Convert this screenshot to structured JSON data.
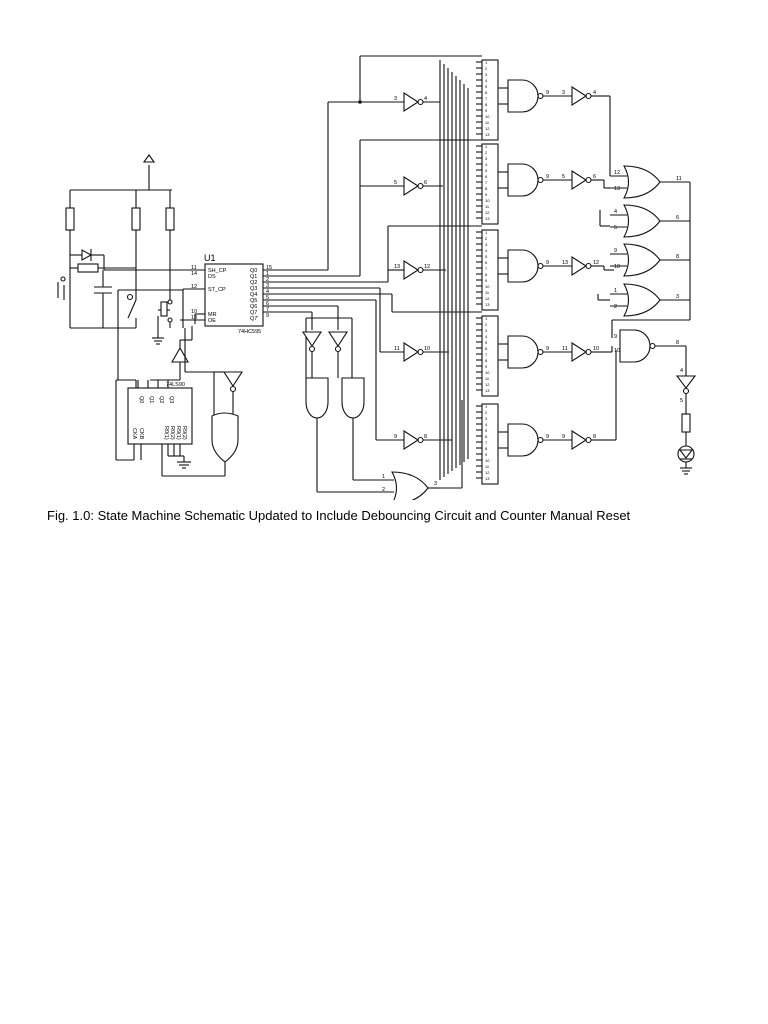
{
  "caption": "Fig. 1.0: State Machine Schematic Updated to Include Debouncing Circuit and Counter Manual Reset",
  "shift_register": {
    "ref": "U1",
    "part": "74HC595",
    "pins_left": [
      {
        "num": "11",
        "name": "SH_CP"
      },
      {
        "num": "14",
        "name": "DS"
      },
      {
        "num": "12",
        "name": "ST_CP"
      },
      {
        "num": "10",
        "name": "MR"
      },
      {
        "num": "13",
        "name": "OE"
      }
    ],
    "pins_right": [
      {
        "num": "15",
        "name": "Q0"
      },
      {
        "num": "1",
        "name": "Q1"
      },
      {
        "num": "2",
        "name": "Q2"
      },
      {
        "num": "3",
        "name": "Q3"
      },
      {
        "num": "4",
        "name": "Q4"
      },
      {
        "num": "5",
        "name": "Q5"
      },
      {
        "num": "6",
        "name": "Q6"
      },
      {
        "num": "7",
        "name": "Q7"
      },
      {
        "num": "9",
        "name": "Q7'"
      }
    ]
  },
  "counter": {
    "part": "74LS90",
    "outputs": [
      "Q0",
      "Q1",
      "Q2",
      "Q3"
    ],
    "inputs": [
      "CKA",
      "CKB"
    ],
    "resets": [
      "R0(1)",
      "R0(2)",
      "R9(1)",
      "R9(2)"
    ]
  },
  "inverters": [
    {
      "in": "3",
      "out": "4"
    },
    {
      "in": "5",
      "out": "6"
    },
    {
      "in": "13",
      "out": "12"
    },
    {
      "in": "11",
      "out": "10"
    },
    {
      "in": "9",
      "out": "8"
    }
  ],
  "and_gates": [
    {
      "out": "9",
      "inv_in": "3",
      "inv_out": "4"
    },
    {
      "out": "9",
      "inv_in": "5",
      "inv_out": "6"
    },
    {
      "out": "9",
      "inv_in": "13",
      "inv_out": "12"
    },
    {
      "out": "9",
      "inv_in": "11",
      "inv_out": "10"
    },
    {
      "out": "9",
      "inv_in": "9",
      "inv_out": "8"
    }
  ],
  "or_gates": [
    {
      "in_a": "12",
      "in_b": "13",
      "out": "11"
    },
    {
      "in_a": "4",
      "in_b": "5",
      "out": "6"
    },
    {
      "in_a": "9",
      "in_b": "10",
      "out": "8"
    },
    {
      "in_a": "1",
      "in_b": "2",
      "out": "3"
    }
  ],
  "final_and": {
    "in_a": "9",
    "in_b": "10",
    "out": "8"
  },
  "middle_or": {
    "in_a": "1",
    "in_b": "2",
    "out": "3"
  },
  "buffer_pins": {
    "in": "4",
    "out": "5"
  }
}
